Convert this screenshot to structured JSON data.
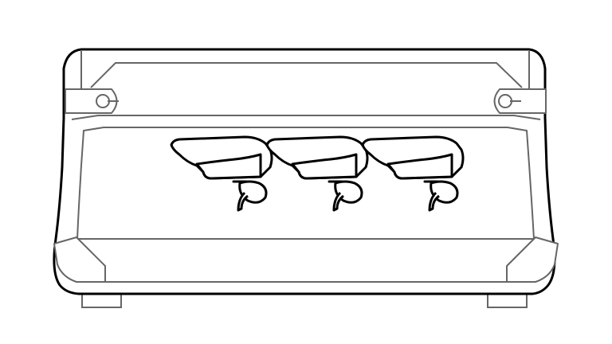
{
  "colors": {
    "background": "#ffffff",
    "stroke": "#000000",
    "secondary_stroke": "#666666",
    "fill": "#ffffff"
  },
  "illustration": {
    "icon": "espresso-machine-icon",
    "group_heads": 3,
    "side_brackets": 2,
    "feet": 2
  }
}
